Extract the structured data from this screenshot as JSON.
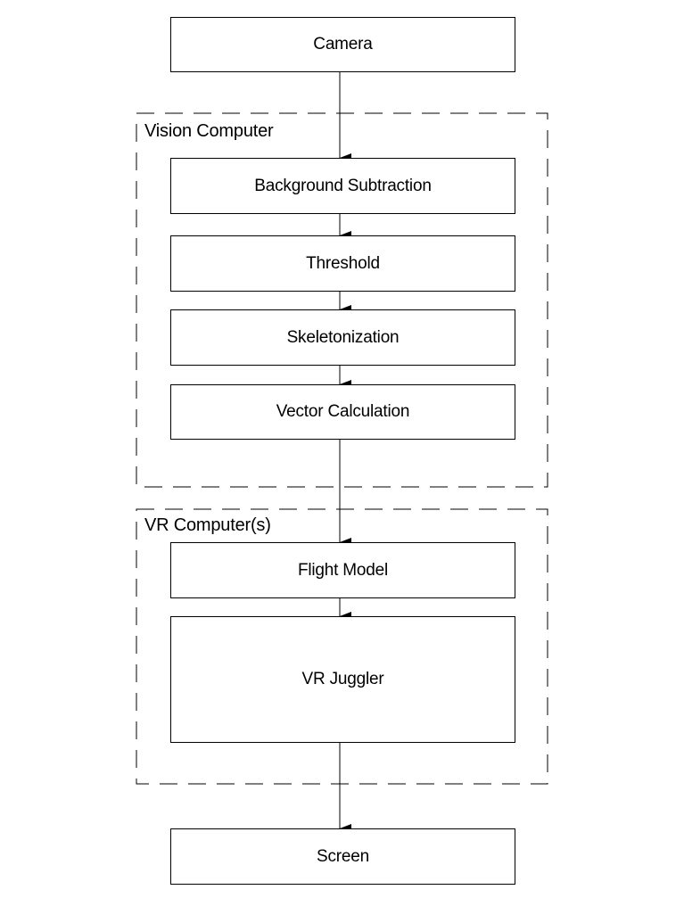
{
  "diagram": {
    "nodes": {
      "camera": "Camera",
      "background_subtraction": "Background Subtraction",
      "threshold": "Threshold",
      "skeletonization": "Skeletonization",
      "vector_calculation": "Vector Calculation",
      "flight_model": "Flight Model",
      "vr_juggler": "VR Juggler",
      "screen": "Screen"
    },
    "groups": {
      "vision_computer": "Vision Computer",
      "vr_computers": "VR Computer(s)"
    },
    "edges": [
      [
        "Camera",
        "Background Subtraction"
      ],
      [
        "Background Subtraction",
        "Threshold"
      ],
      [
        "Threshold",
        "Skeletonization"
      ],
      [
        "Skeletonization",
        "Vector Calculation"
      ],
      [
        "Vector Calculation",
        "Flight Model"
      ],
      [
        "Flight Model",
        "VR Juggler"
      ],
      [
        "VR Juggler",
        "Screen"
      ]
    ]
  }
}
